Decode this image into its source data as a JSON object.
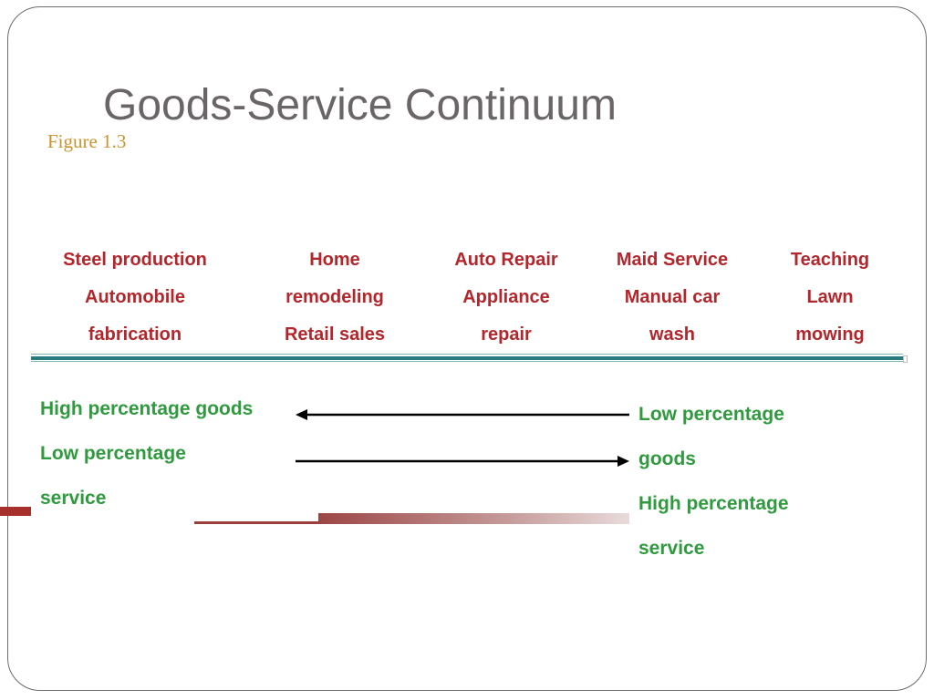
{
  "slide": {
    "title": "Goods-Service Continuum",
    "figure_label": "Figure 1.3"
  },
  "categories": [
    {
      "lines": [
        "Steel production",
        "Automobile",
        "fabrication"
      ]
    },
    {
      "lines": [
        "Home",
        "remodeling",
        "Retail sales"
      ]
    },
    {
      "lines": [
        "Auto Repair",
        "Appliance",
        "repair"
      ]
    },
    {
      "lines": [
        "Maid Service",
        "Manual car",
        "wash"
      ]
    },
    {
      "lines": [
        "Teaching",
        "Lawn",
        "mowing"
      ]
    }
  ],
  "left_label": {
    "lines": [
      "High percentage goods",
      "Low percentage",
      "service"
    ]
  },
  "right_label": {
    "lines": [
      "Low percentage",
      "goods",
      "High percentage",
      "service"
    ]
  },
  "colors": {
    "title": "#6a6566",
    "figure_label": "#c9932d",
    "category_text": "#b3262b",
    "green_text": "#2f9a3e",
    "divider": "#267b7c",
    "accent": "#a6302b"
  }
}
